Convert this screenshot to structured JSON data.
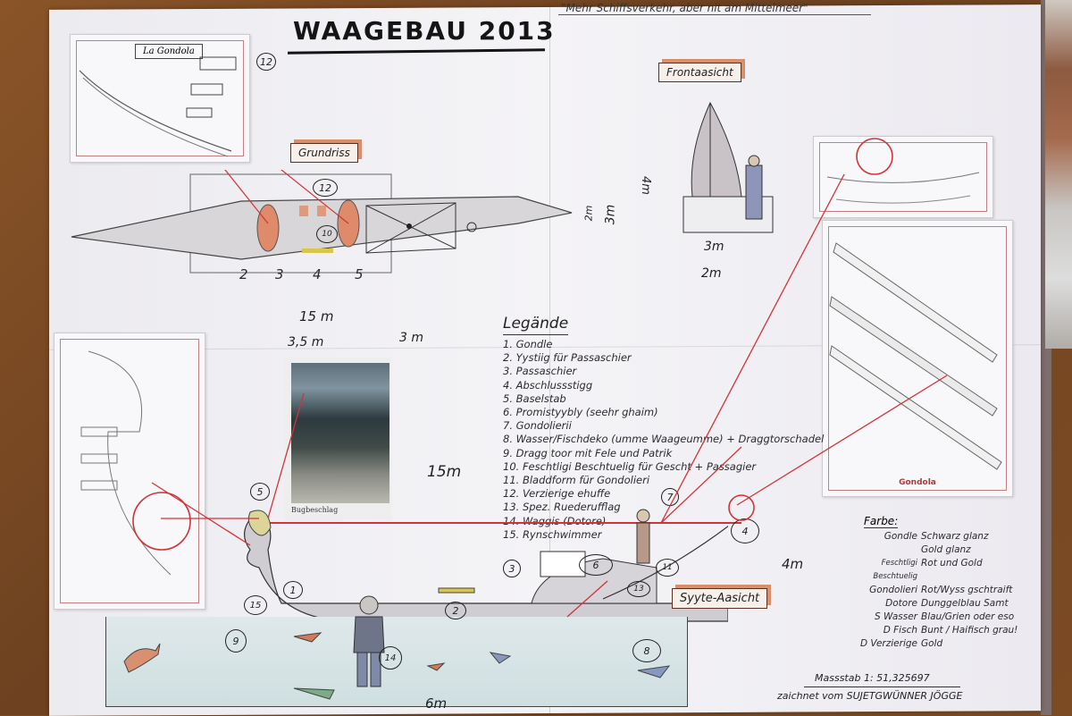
{
  "poster": {
    "title": "WAAGEBAU 2013",
    "slogan": "\"Mehr Schiffsverkehr, aber nit am Mittelmeer\"",
    "sections": {
      "floor_plan_label": "Grundriss",
      "front_view_label": "Frontaasicht",
      "side_view_label": "Syyte-Aasicht"
    },
    "printouts": {
      "gondola_top_left_title": "La Gondola",
      "gondola_right_caption": "Gondola",
      "photo_caption": "Bugbeschlag"
    },
    "dimensions": {
      "total_length": "15 m",
      "segment_a": "3,5 m",
      "segment_b": "3 m",
      "width_inner": "2m",
      "width_outer": "3m",
      "front_height": "4m",
      "front_width_outer": "3m",
      "front_width_inner": "2m",
      "side_length": "15m",
      "side_height": "4m",
      "water_width": "6m"
    },
    "floor_plan_numbers": [
      "2",
      "3",
      "4",
      "5"
    ],
    "legend": {
      "title": "Legände",
      "items": [
        "1. Gondle",
        "2. Yystiig für Passaschier",
        "3. Passaschier",
        "4. Abschlussstigg",
        "5. Baselstab",
        "6. Promistyybly (seehr ghaim)",
        "7. Gondolierii",
        "8. Wasser/Fischdeko (umme Waageumme) + Draggtorschadel",
        "9. Dragg toor mit Fele und Patrik",
        "10. Feschtligi Beschtuelig für Gescht + Passagier",
        "11. Bladdform für Gondolieri",
        "12. Verzierige ehuffe",
        "13. Spez. Ruederufflag",
        "14. Waggis (Dotore)",
        "15. Rynschwimmer"
      ]
    },
    "colors": {
      "title": "Farbe:",
      "rows": [
        {
          "key": "Gondle",
          "value": "Schwarz glanz"
        },
        {
          "key": "",
          "value": "Gold glanz"
        },
        {
          "key": "Feschtligi Beschtuelig",
          "value": "Rot und Gold"
        },
        {
          "key": "Gondolieri",
          "value": "Rot/Wyss gschtraift"
        },
        {
          "key": "Dotore",
          "value": "Dunggelblau Samt"
        },
        {
          "key": "S Wasser",
          "value": "Blau/Grien oder eso"
        },
        {
          "key": "D Fisch",
          "value": "Bunt / Haifisch grau!"
        },
        {
          "key": "D Verzierige",
          "value": "Gold"
        }
      ]
    },
    "scale": "Massstab 1: 51,325697",
    "credit": "zaichnet vom SUJETGWÜNNER JÖGGE",
    "callouts": [
      "1",
      "2",
      "3",
      "4",
      "5",
      "6",
      "7",
      "8",
      "9",
      "10",
      "11",
      "12",
      "13",
      "14",
      "15"
    ]
  },
  "palette": {
    "paper": "#f1f0f4",
    "cork": "#7a4a22",
    "ink": "#222222",
    "red_marker": "#d0343a",
    "label_orange": "#d9906a"
  }
}
